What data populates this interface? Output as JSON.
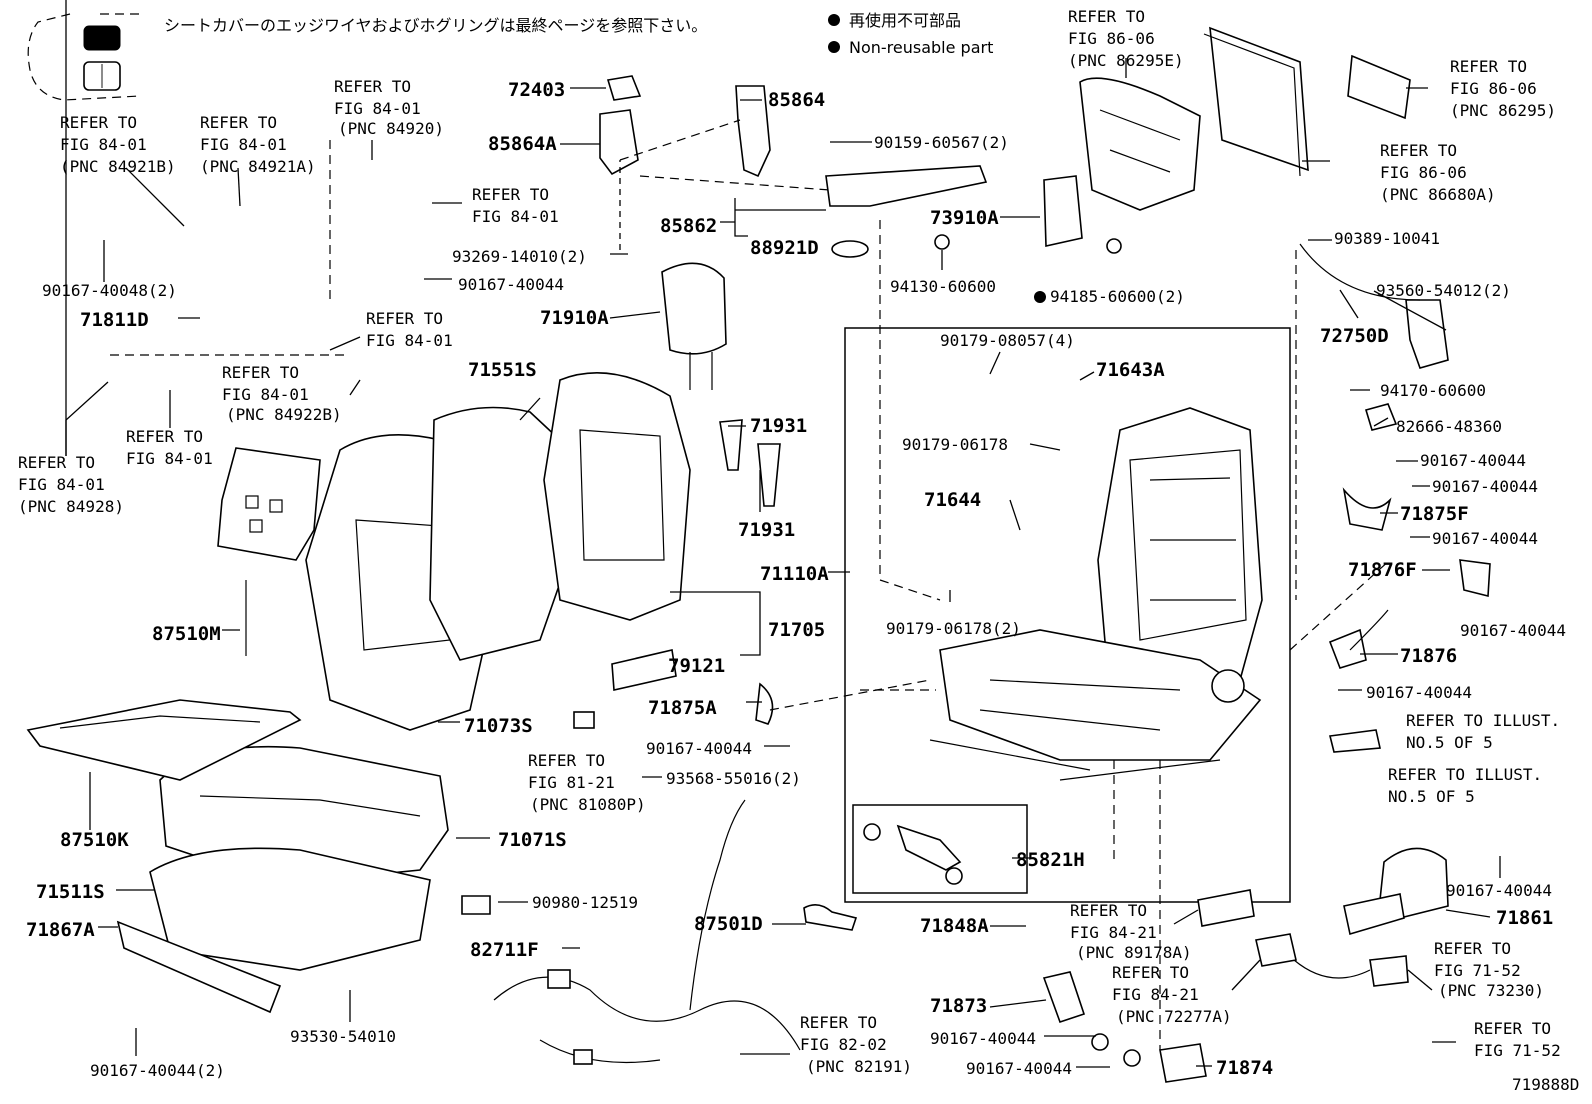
{
  "header": {
    "note_jp": "シートカバーのエッジワイヤおよびホグリングは最終ページを参照下さい。",
    "legend_jp": "再使用不可部品",
    "legend_en": "Non-reusable part"
  },
  "figure_id": "719888D",
  "references": [
    [
      "REFER TO",
      "FIG 86-06",
      "(PNC 86295E)"
    ],
    [
      "REFER TO",
      "FIG 86-06",
      "(PNC 86295)"
    ],
    [
      "REFER TO",
      "FIG 86-06",
      "(PNC 86680A)"
    ],
    [
      "REFER TO",
      "FIG 84-01",
      "(PNC 84920)"
    ],
    [
      "REFER TO",
      "FIG 84-01",
      "(PNC 84921B)"
    ],
    [
      "REFER TO",
      "FIG 84-01",
      "(PNC 84921A)"
    ],
    [
      "REFER TO",
      "FIG 84-01"
    ],
    [
      "REFER TO",
      "FIG 84-01"
    ],
    [
      "REFER TO",
      "FIG 84-01",
      "(PNC 84922B)"
    ],
    [
      "REFER TO",
      "FIG 84-01"
    ],
    [
      "REFER TO",
      "FIG 84-01",
      "(PNC 84928)"
    ],
    [
      "REFER TO",
      "FIG 81-21",
      "(PNC 81080P)"
    ],
    [
      "REFER TO ILLUST.",
      "NO.5 OF 5"
    ],
    [
      "REFER TO ILLUST.",
      "NO.5 OF 5"
    ],
    [
      "REFER TO",
      "FIG 84-21",
      "(PNC 89178A)"
    ],
    [
      "REFER TO",
      "FIG 84-21",
      "(PNC 72277A)"
    ],
    [
      "REFER TO",
      "FIG 71-52",
      "(PNC 73230)"
    ],
    [
      "REFER TO",
      "FIG 71-52"
    ],
    [
      "REFER TO",
      "FIG 82-02",
      "(PNC 82191)"
    ]
  ],
  "parts": [
    "72403",
    "85864",
    "85864A",
    "90159-60567(2)",
    "85862",
    "88921D",
    "73910A",
    "94130-60600",
    "94185-60600(2)",
    "93269-14010(2)",
    "90167-40048(2)",
    "90167-40044",
    "71811D",
    "71910A",
    "71551S",
    "71931",
    "71931",
    "87510M",
    "71110A",
    "71705",
    "79121",
    "71073S",
    "71875A",
    "90167-40044",
    "93568-55016(2)",
    "87510K",
    "71071S",
    "71511S",
    "71867A",
    "93530-54010",
    "90167-40044(2)",
    "90980-12519",
    "82711F",
    "87501D",
    "85821H",
    "71848A",
    "71873",
    "90167-40044",
    "90167-40044",
    "71874",
    "90179-08057(4)",
    "71643A",
    "90179-06178",
    "71644",
    "90179-06178(2)",
    "90389-10041",
    "93560-54012(2)",
    "72750D",
    "94170-60600",
    "82666-48360",
    "90167-40044",
    "90167-40044",
    "71875F",
    "90167-40044",
    "71876F",
    "90167-40044",
    "71876",
    "90167-40044",
    "90167-40044",
    "71861"
  ]
}
